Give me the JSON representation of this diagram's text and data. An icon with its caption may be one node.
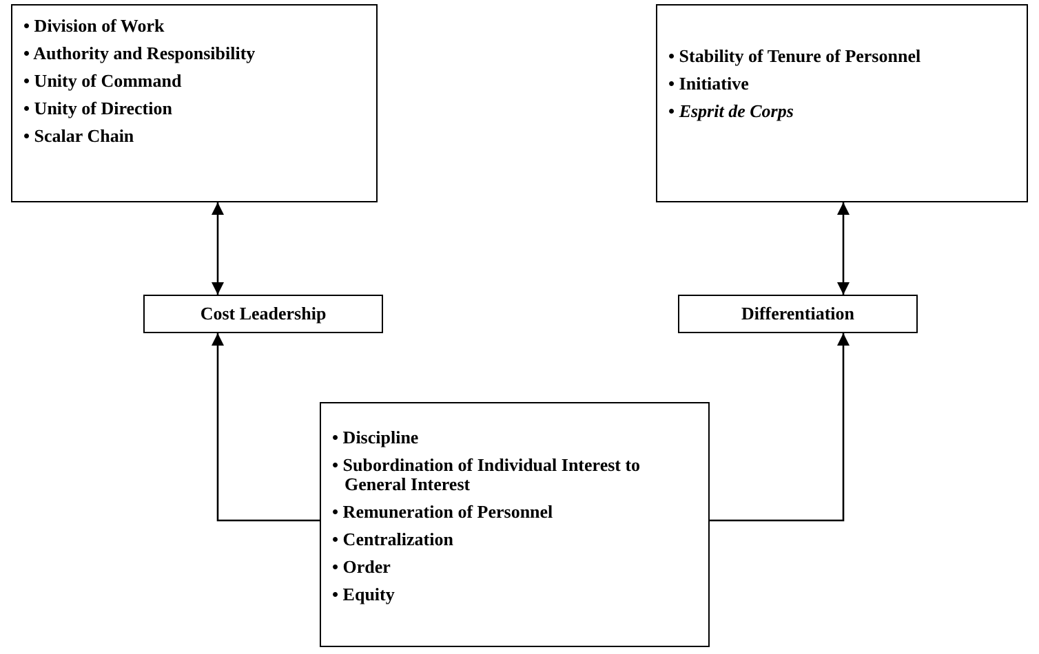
{
  "diagram": {
    "nodes": [
      {
        "text": [
          "• Division of Work",
          "• Authority and Responsibility",
          "• Unity of Command",
          "• Unity of Direction",
          "• Scalar Chain"
        ]
      },
      {
        "text": [
          "• Stability of Tenure of Personnel",
          "• Initiative",
          "• *Esprit de Corps*"
        ]
      },
      {
        "text": [
          "Cost Leadership"
        ]
      },
      {
        "text": [
          "Differentiation"
        ]
      },
      {
        "text": [
          "• Discipline",
          "• Subordination of Individual Interest to General Interest",
          "• Remuneration of Personnel",
          "• Centralization",
          "• Order",
          "• Equity"
        ]
      }
    ],
    "edges": [
      {
        "from": 0,
        "to": 2,
        "arrow": "both"
      },
      {
        "from": 1,
        "to": 3,
        "arrow": "both"
      },
      {
        "from": 4,
        "to": 2,
        "arrow": "to"
      },
      {
        "from": 4,
        "to": 3,
        "arrow": "to"
      }
    ]
  }
}
